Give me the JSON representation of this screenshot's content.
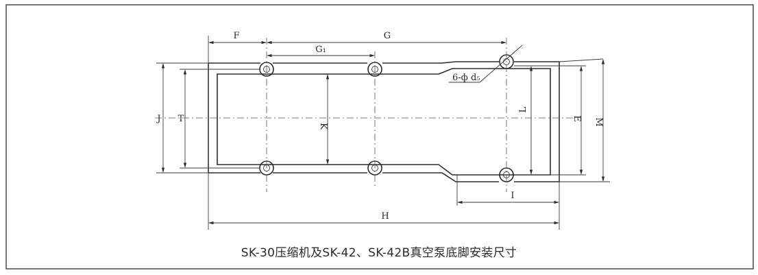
{
  "diagram": {
    "caption": "SK-30压缩机及SK-42、SK-42B真空泵底脚安装尺寸",
    "labels": {
      "F": "F",
      "G": "G",
      "G1": "G₁",
      "holes": "6-ф d₅",
      "J": "J",
      "T": "T",
      "K": "K",
      "L": "L",
      "E": "E",
      "M": "M",
      "I": "I",
      "H": "H"
    }
  }
}
